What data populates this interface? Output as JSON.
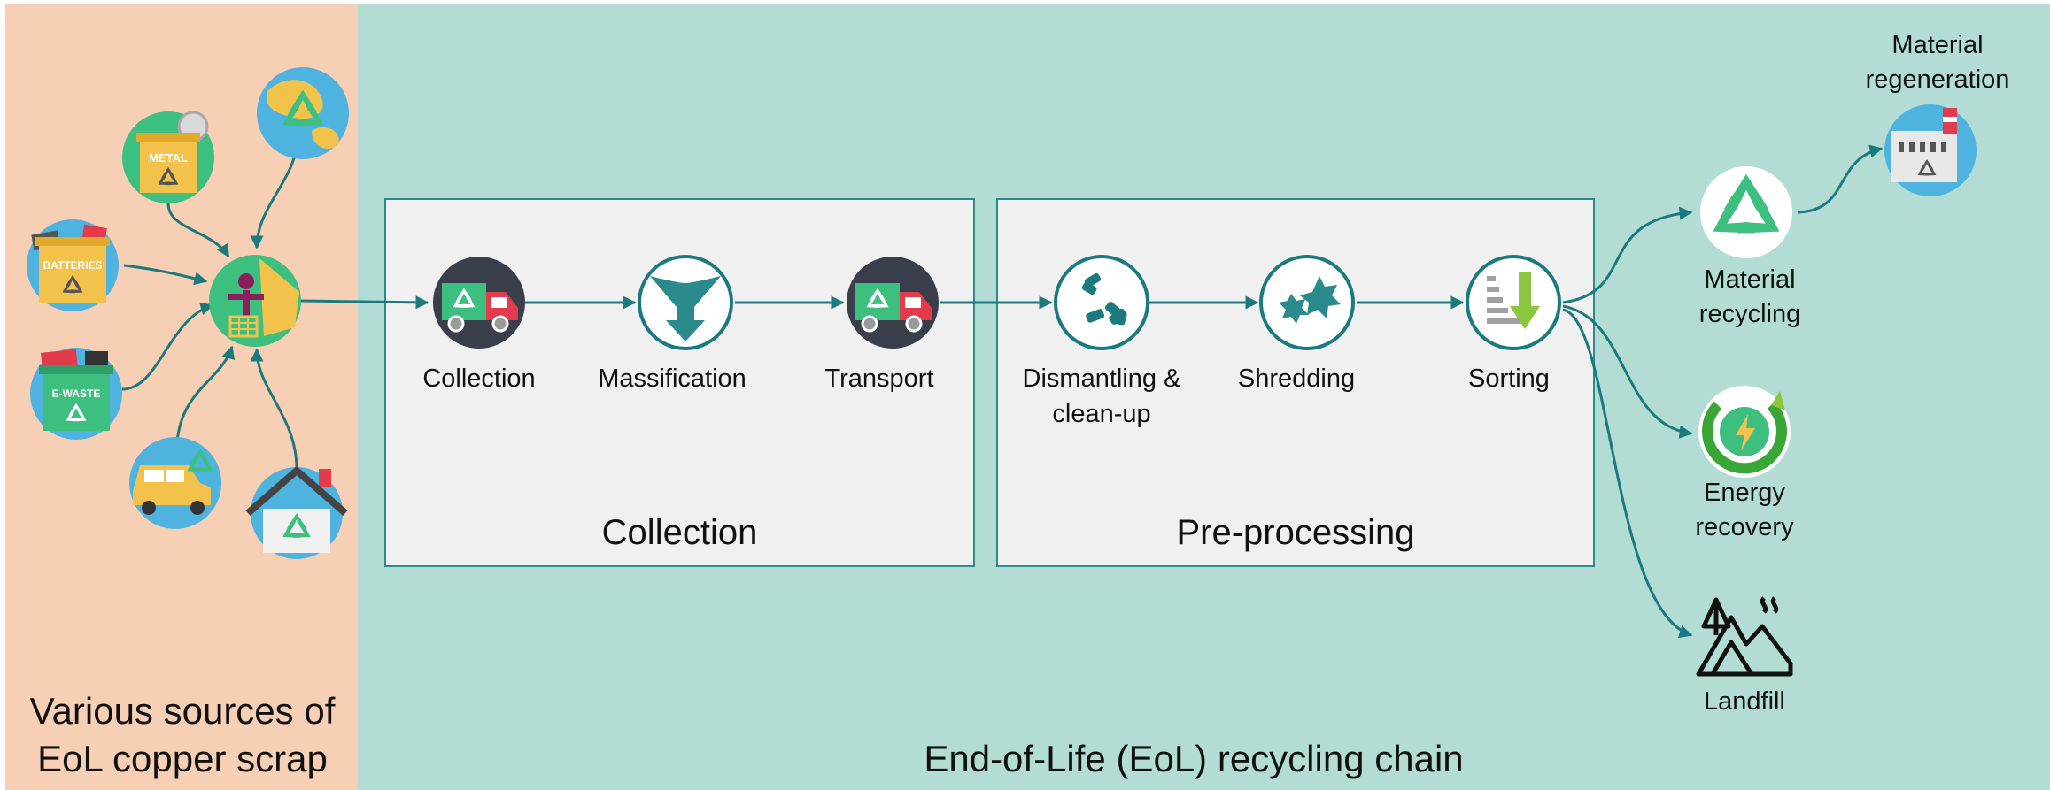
{
  "sources": {
    "title_line1": "Various sources of",
    "title_line2": "EoL copper scrap",
    "icons": [
      "globe-recycle-icon",
      "metal-bin-icon",
      "batteries-bin-icon",
      "e-waste-bin-icon",
      "car-recycle-icon",
      "house-recycle-icon",
      "recycling-person-icon"
    ],
    "metal_text": "METAL",
    "batteries_text": "BATTERIES",
    "ewaste_text": "E-WASTE"
  },
  "chain": {
    "title": "End-of-Life (EoL) recycling chain"
  },
  "collection": {
    "title": "Collection",
    "steps": [
      "Collection",
      "Massification",
      "Transport"
    ]
  },
  "preprocessing": {
    "title": "Pre-processing",
    "steps": [
      "Dismantling &",
      "clean-up",
      "Shredding",
      "Sorting"
    ]
  },
  "outputs": {
    "material_recycling": [
      "Material",
      "recycling"
    ],
    "material_regeneration": [
      "Material",
      "regeneration"
    ],
    "energy_recovery": [
      "Energy",
      "recovery"
    ],
    "landfill": "Landfill"
  },
  "colors": {
    "arrow": "#1b7a7e",
    "sources_bg": "#f7cfb5",
    "chain_bg": "#b3ddd4",
    "box_bg": "#f0f0f0",
    "box_border": "#2a8a8c",
    "recycle_green": "#3dbf7f",
    "icon_teal": "#2a8a8c"
  }
}
